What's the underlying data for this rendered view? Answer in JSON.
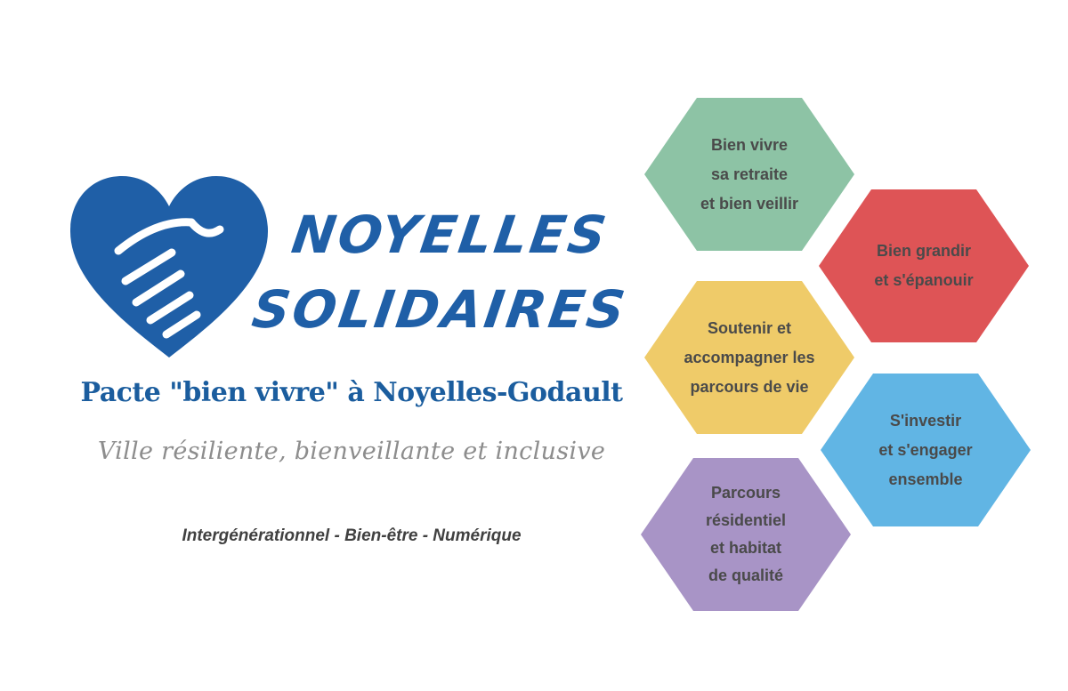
{
  "brand": {
    "title_line1": "NOYELLES",
    "title_line2": "SOLIDAIRES",
    "color": "#1f5fa7",
    "logo_icon": "heart-handshake-icon"
  },
  "tagline": "Pacte \"bien vivre\" à Noyelles-Godault",
  "subtitle": "Ville résiliente, bienveillante et inclusive",
  "keywords": "Intergénérationnel - Bien-être - Numérique",
  "hexagons": [
    {
      "label": "Bien vivre\nsa retraite\net bien veillir",
      "color": "#8dc3a5"
    },
    {
      "label": "Bien grandir\net s'épanouir",
      "color": "#de5456"
    },
    {
      "label": "Soutenir et\naccompagner les\nparcours de vie",
      "color": "#efcb69"
    },
    {
      "label": "S'investir\net s'engager\nensemble",
      "color": "#61b5e4"
    },
    {
      "label": "Parcours\nrésidentiel\net habitat\nde qualité",
      "color": "#a894c6"
    }
  ]
}
